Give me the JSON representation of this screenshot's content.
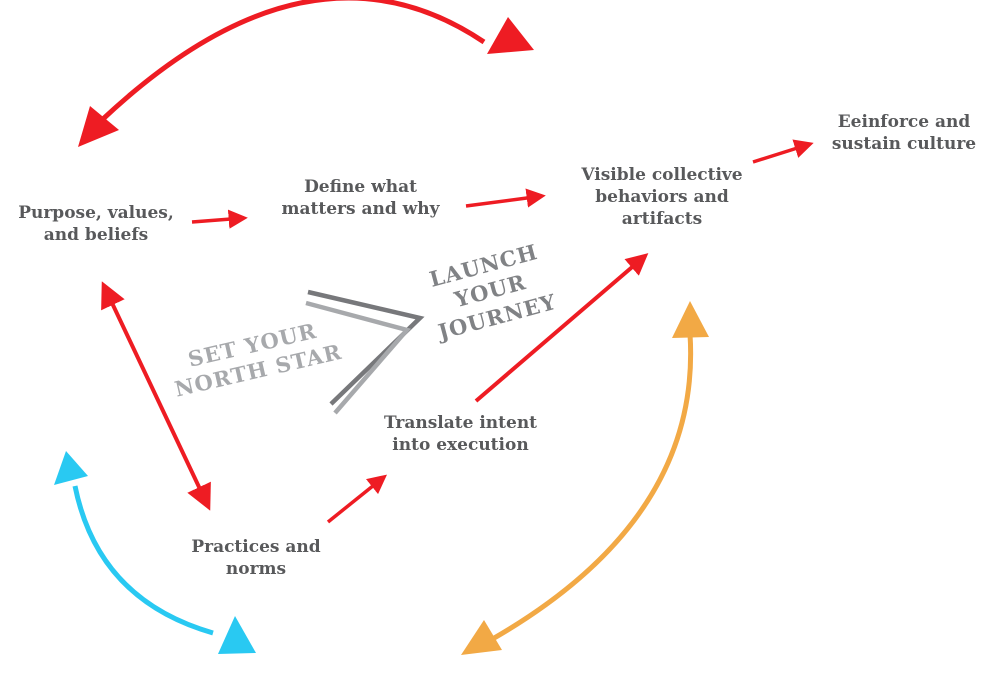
{
  "diagram_title": "Culture journey loop diagram",
  "colors": {
    "red": "#ee1c23",
    "cyan": "#29c9f2",
    "orange": "#f2a945",
    "dark_gray": "#58595b",
    "mid_gray": "#808285",
    "light_gray": "#a7a9ac",
    "chevron_dark": "#77787b",
    "chevron_light": "#a7a9ac"
  },
  "nodes": {
    "purpose": "Purpose, values,\nand beliefs",
    "define": "Define what\nmatters and why",
    "visible": "Visible collective\nbehaviors and\nartifacts",
    "reinforce": "Eeinforce and\nsustain culture",
    "translate": "Translate intent\ninto execution",
    "practices": "Practices and\nnorms"
  },
  "stages": {
    "north_star": "SET YOUR\nNORTH STAR",
    "journey": "LAUNCH\nYOUR\nJOURNEY"
  }
}
